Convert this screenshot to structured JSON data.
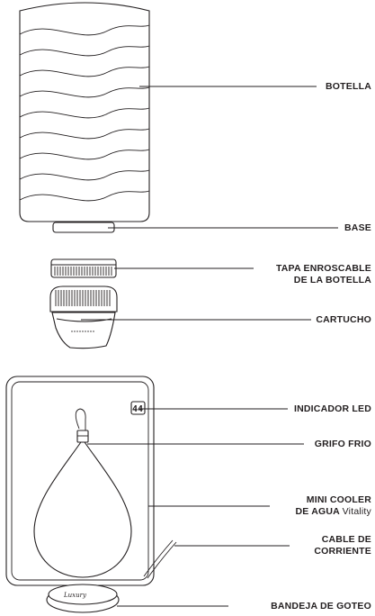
{
  "labels": {
    "botella": "BOTELLA",
    "base": "BASE",
    "tapa_line1": "TAPA ENROSCABLE",
    "tapa_line2": "DE LA BOTELLA",
    "cartucho": "CARTUCHO",
    "indicador": "INDICADOR LED",
    "grifo": "GRIFO FRIO",
    "cooler_line1": "MINI COOLER",
    "cooler_line2": "DE AGUA",
    "cooler_brand": "Vitality",
    "cable_line1": "CABLE DE",
    "cable_line2": "CORRIENTE",
    "bandeja": "BANDEJA DE GOTEO"
  },
  "led_display": "44",
  "tray_logo": "Luxury",
  "colors": {
    "ink": "#231f20",
    "background": "#ffffff"
  }
}
